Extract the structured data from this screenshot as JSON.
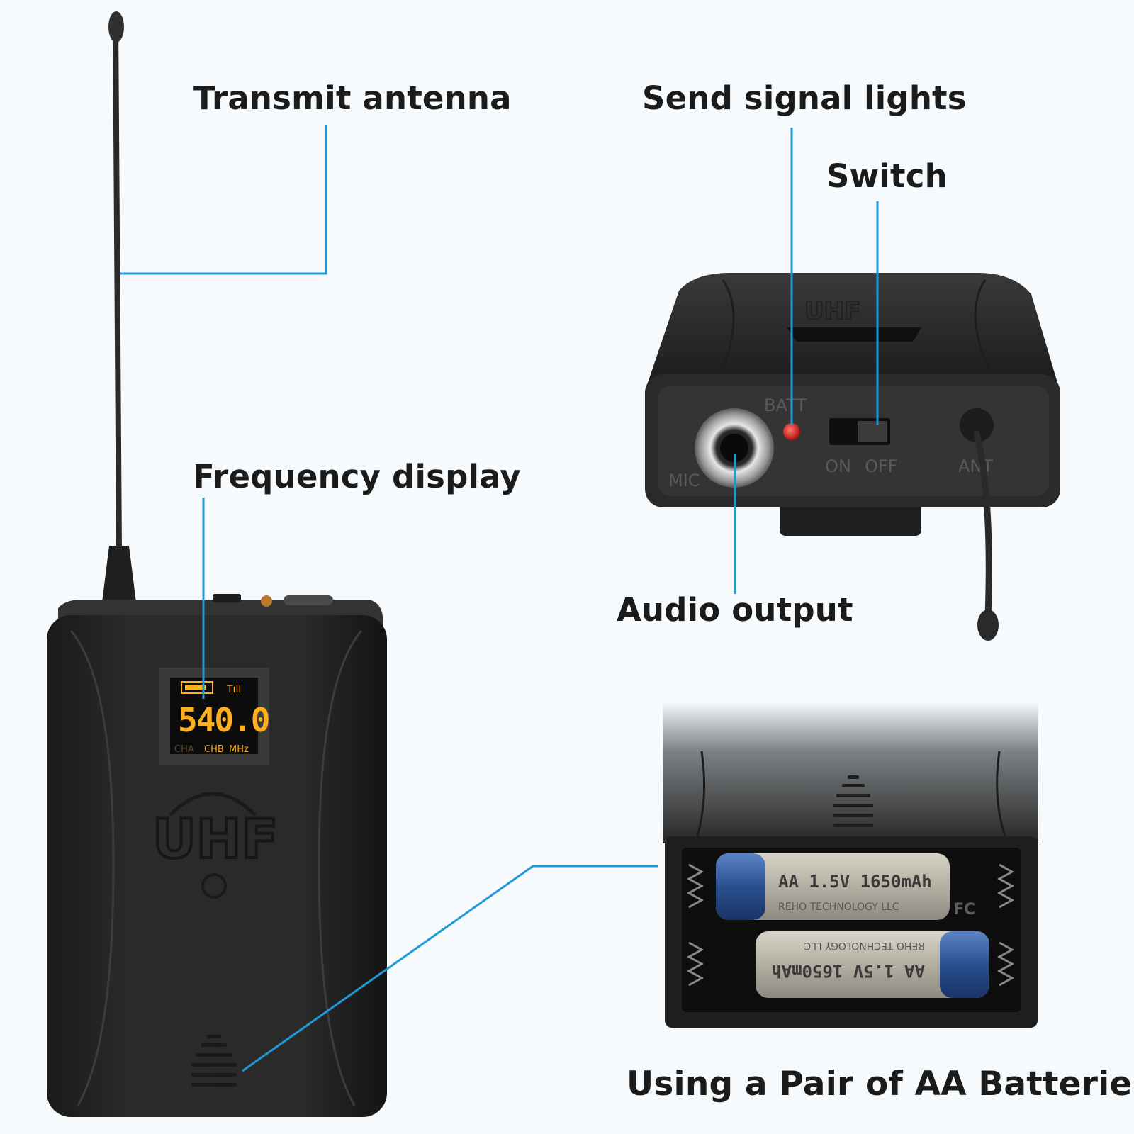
{
  "callouts": {
    "antenna": "Transmit antenna",
    "signal_lights": "Send signal lights",
    "switch": "Switch",
    "frequency_display": "Frequency display",
    "audio_output": "Audio output",
    "batteries": "Using a Pair of AA Batteries"
  },
  "transmitter_front": {
    "display": {
      "frequency": "540.0",
      "channel_a": "CHA",
      "channel_b": "CHB",
      "unit": "MHz"
    },
    "logo": "UHF"
  },
  "transmitter_top": {
    "led_label": "BATT",
    "switch_on": "ON",
    "switch_off": "OFF",
    "jack_label": "MIC",
    "antenna_label": "ANT",
    "logo": "UHF"
  },
  "battery_compartment": {
    "battery_1": {
      "spec": "AA 1.5V 1650mAh",
      "maker": "REHO TECHNOLOGY LLC"
    },
    "battery_2": {
      "spec": "AA 1.5V 1650mAh",
      "maker": "REHO TECHNOLOGY LLC"
    },
    "mark": "FC"
  },
  "colors": {
    "background": "#f6fafc",
    "leader_line": "#1e9ad6",
    "device_body": "#262626",
    "display_digits": "#ffb020",
    "led": "#e0201a",
    "battery_blue": "#2a4f8e"
  }
}
